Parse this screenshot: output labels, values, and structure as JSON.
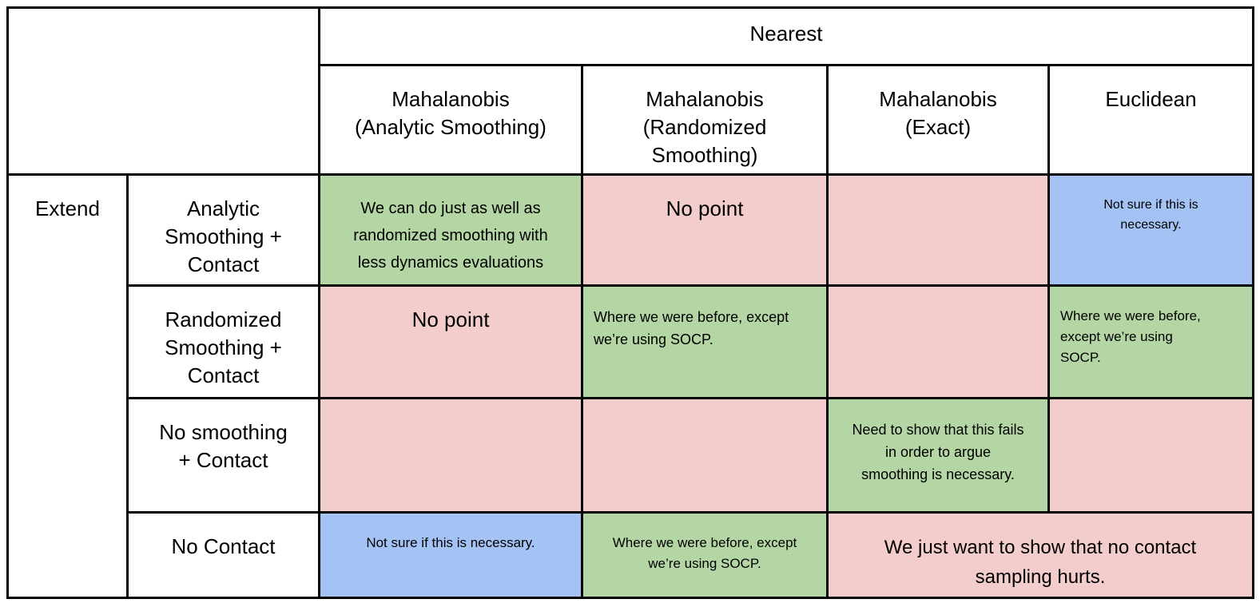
{
  "diagram": {
    "top_header": "Nearest",
    "row_group_label": "Extend",
    "column_headers": [
      "Mahalanobis\n(Analytic Smoothing)",
      "Mahalanobis\n(Randomized\nSmoothing)",
      "Mahalanobis\n(Exact)",
      "Euclidean"
    ],
    "row_headers": [
      "Analytic\nSmoothing +\nContact",
      "Randomized\nSmoothing +\nContact",
      "No smoothing\n+ Contact",
      "No Contact"
    ],
    "rows": [
      {
        "cells": [
          {
            "text": "We can do just as well as\nrandomized smoothing with\nless dynamics evaluations",
            "color": "green"
          },
          {
            "text": "No point",
            "color": "pink"
          },
          {
            "text": "",
            "color": "pink"
          },
          {
            "text": "Not sure if this is\nnecessary.",
            "color": "blue"
          }
        ]
      },
      {
        "cells": [
          {
            "text": "No point",
            "color": "pink"
          },
          {
            "text": "Where we were before, except\nwe’re using SOCP.",
            "color": "green"
          },
          {
            "text": "",
            "color": "pink"
          },
          {
            "text": "Where we were before,\nexcept we’re using\nSOCP.",
            "color": "green"
          }
        ]
      },
      {
        "cells": [
          {
            "text": "",
            "color": "pink"
          },
          {
            "text": "",
            "color": "pink"
          },
          {
            "text": "Need to show that this fails\nin order to argue\nsmoothing is necessary.",
            "color": "green"
          },
          {
            "text": "",
            "color": "pink"
          }
        ]
      },
      {
        "cells": [
          {
            "text": "Not sure if this is necessary.",
            "color": "blue"
          },
          {
            "text": "Where we were before, except\nwe’re using SOCP.",
            "color": "green"
          },
          {
            "text": "We just want to show that no contact\nsampling hurts.",
            "color": "pink",
            "colspan": 2
          }
        ]
      }
    ],
    "colors": {
      "green": "#b4d6a4",
      "pink": "#f3cccc",
      "blue": "#a4c2f4",
      "border": "#000000",
      "text": "#000000"
    }
  }
}
